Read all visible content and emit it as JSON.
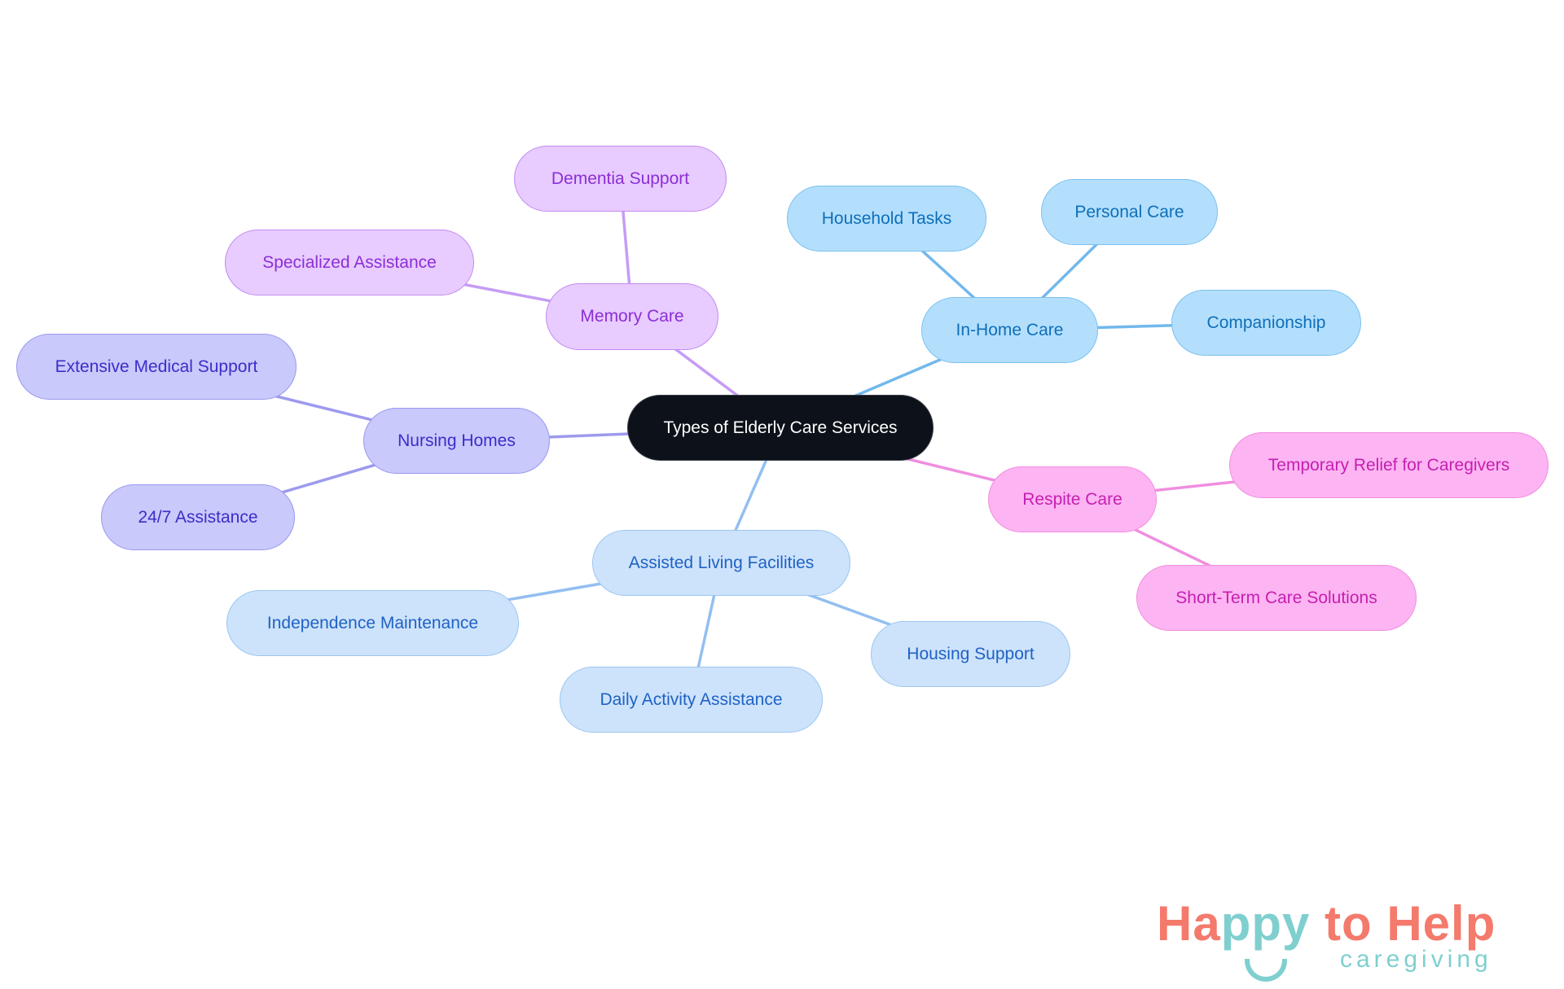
{
  "root": {
    "label": "Types of Elderly Care Services"
  },
  "branches": {
    "memory": {
      "label": "Memory Care",
      "children": [
        "Dementia Support",
        "Specialized Assistance"
      ],
      "color": "#c69cf5"
    },
    "nursing": {
      "label": "Nursing Homes",
      "children": [
        "Extensive Medical Support",
        "24/7 Assistance"
      ],
      "color": "#9d9aee"
    },
    "inhome": {
      "label": "In-Home Care",
      "children": [
        "Household Tasks",
        "Personal Care",
        "Companionship"
      ],
      "color": "#72b8ec"
    },
    "respite": {
      "label": "Respite Care",
      "children": [
        "Temporary Relief for Caregivers",
        "Short-Term Care Solutions"
      ],
      "color": "#f08ee0"
    },
    "assisted": {
      "label": "Assisted Living Facilities",
      "children": [
        "Independence Maintenance",
        "Daily Activity Assistance",
        "Housing Support"
      ],
      "color": "#93bff0"
    }
  },
  "logo": {
    "brand": "Happy to Help",
    "tagline": "caregiving"
  }
}
